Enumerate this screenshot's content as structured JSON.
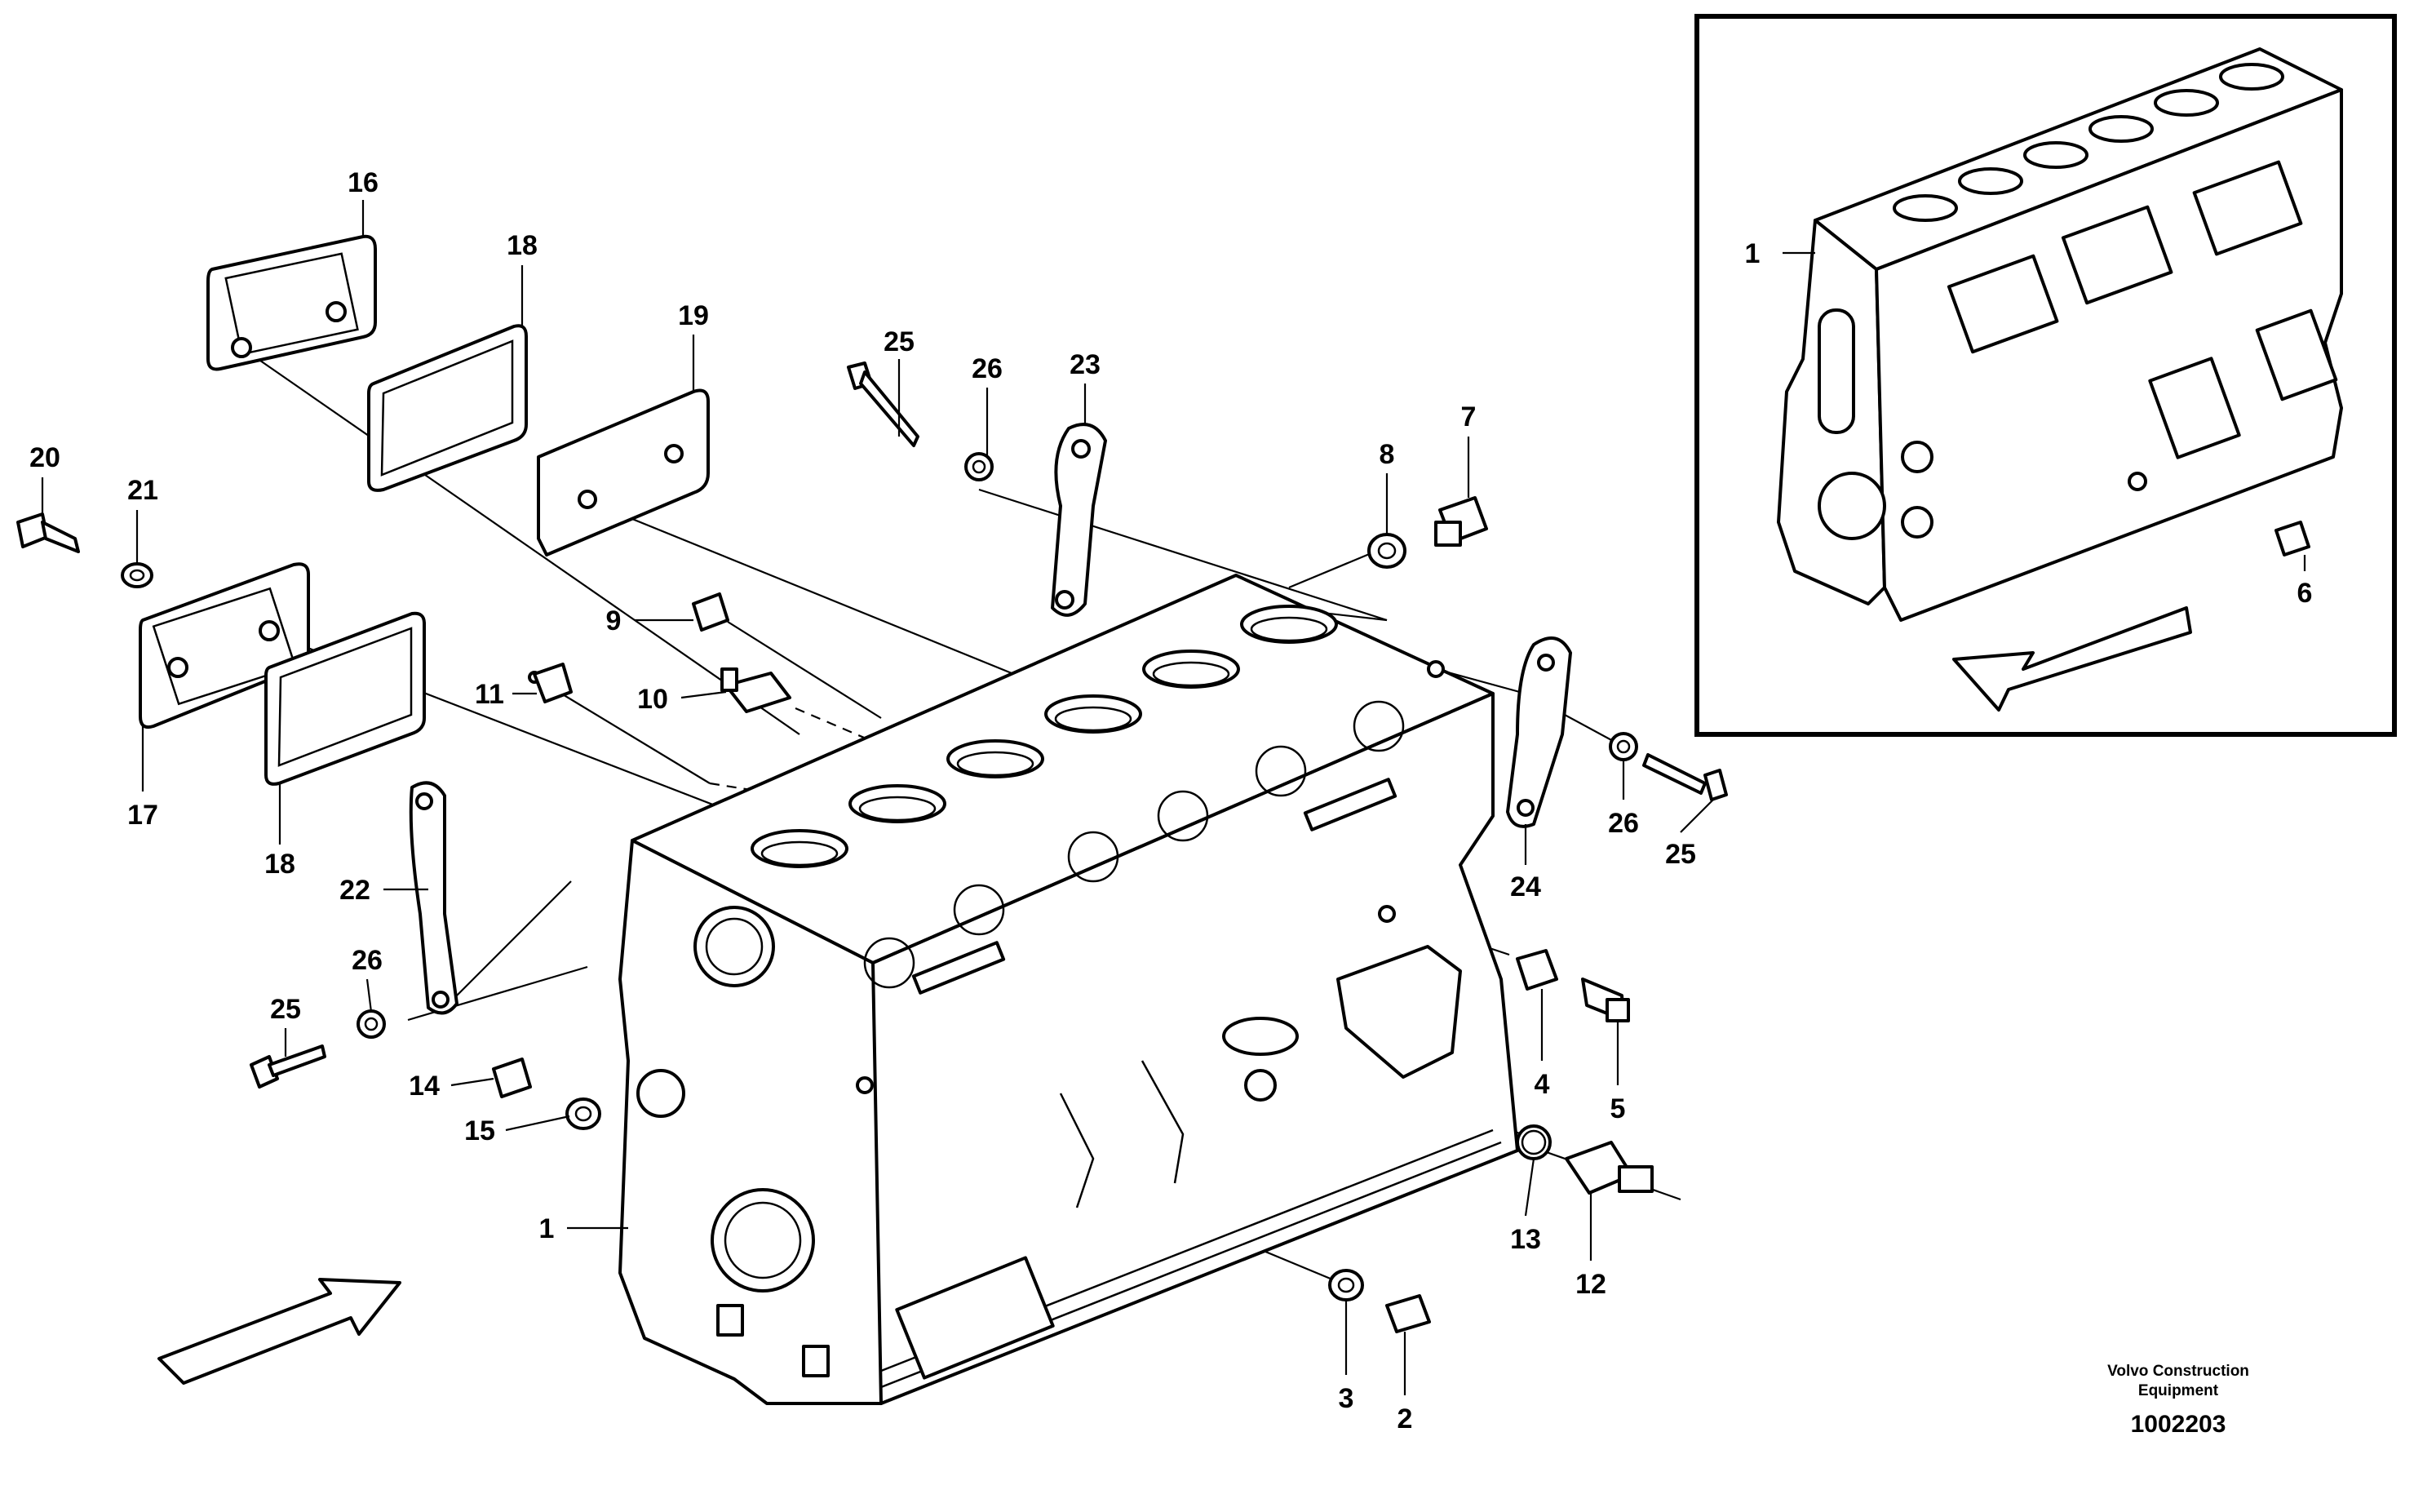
{
  "diagram": {
    "callouts": [
      "1",
      "2",
      "3",
      "4",
      "5",
      "6",
      "7",
      "8",
      "9",
      "10",
      "11",
      "12",
      "13",
      "14",
      "15",
      "16",
      "17",
      "18",
      "19",
      "20",
      "21",
      "22",
      "23",
      "24",
      "25",
      "26"
    ],
    "inset_callouts": [
      "1",
      "6"
    ],
    "brand_line1": "Volvo Construction",
    "brand_line2": "Equipment",
    "figure_number": "1002203"
  }
}
